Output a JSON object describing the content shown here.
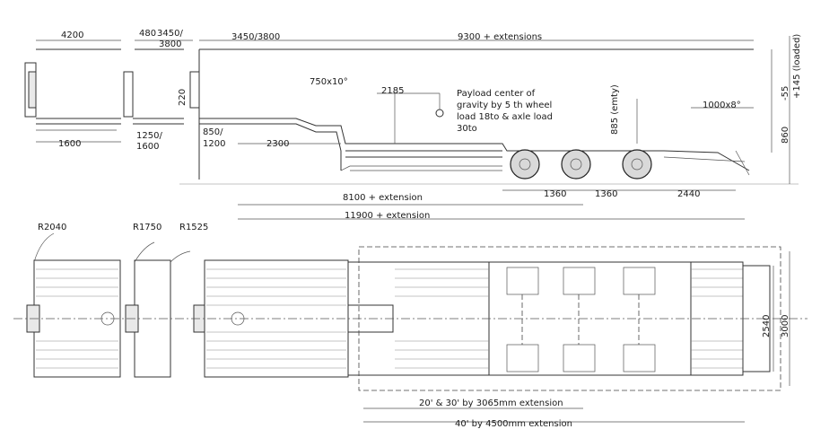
{
  "side_view": {
    "dims": {
      "tractor_length": "4200",
      "gooseneck_offset": "480",
      "gooseneck_length": "3450/",
      "gooseneck_length_2": "3800",
      "neck_length": "3450/3800",
      "bed_length": "9300 + extensions",
      "neck_height": "220",
      "fifth_wheel_height": "1250/",
      "fifth_wheel_height_2": "1600",
      "front_overhang": "1600",
      "ramp_height": "850/",
      "ramp_height_2": "1200",
      "neck_to_bed": "2300",
      "ramp_spec_front": "750x10°",
      "payload_offset": "2185",
      "deck_height": "885 (emty)",
      "ramp_spec_rear": "1000x8°",
      "height_adjust_low": "-55",
      "height_adjust_high": "+145 (loaded)",
      "rear_height": "860",
      "axle_spacing_1": "1360",
      "axle_spacing_2": "1360",
      "rear_overhang": "2440",
      "wheelbase": "8100 + extension",
      "overall_length": "11900 + extension"
    },
    "payload_note": [
      "Payload center of",
      "gravity by 5 th wheel",
      "load 18to & axle load",
      "30to"
    ]
  },
  "top_view": {
    "radii": [
      "R2040",
      "R1750",
      "R1525"
    ],
    "width_inner": "2540",
    "width_outer": "3000",
    "ext_short": "20' & 30' by 3065mm extension",
    "ext_long": "40' by 4500mm extension"
  }
}
